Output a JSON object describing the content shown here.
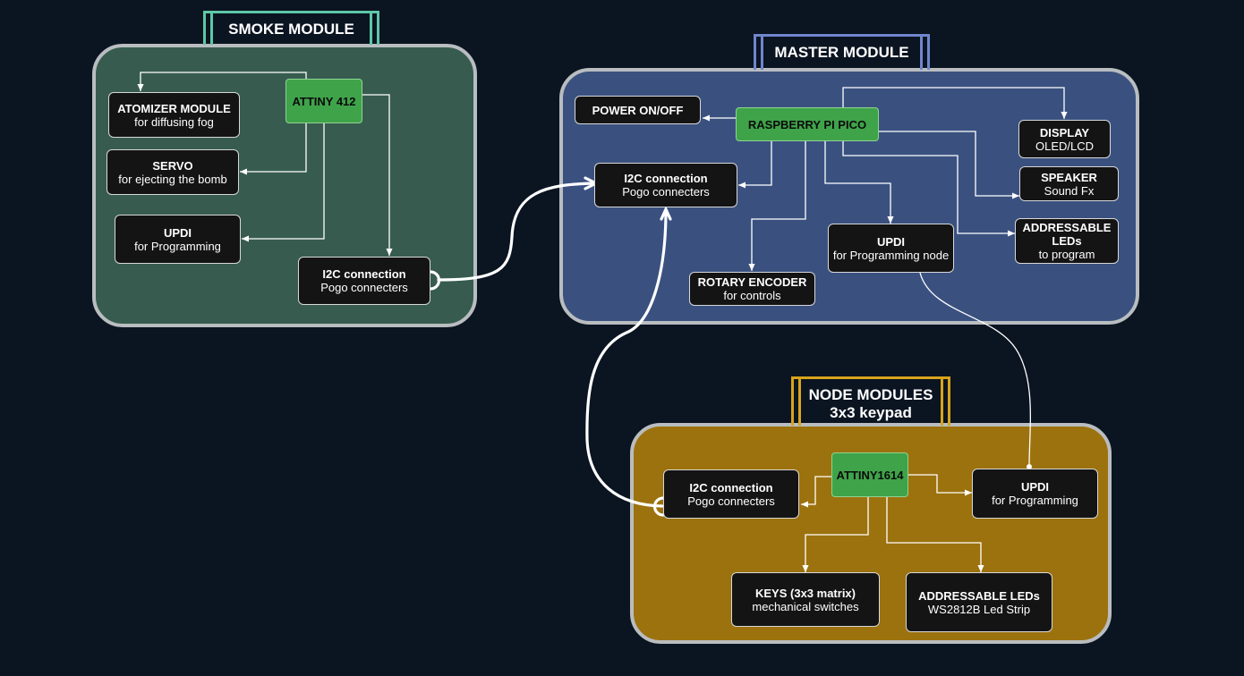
{
  "colors": {
    "background": "#0b1421",
    "smoke_panel": "#375c4f",
    "master_panel": "#3a5180",
    "node_panel": "#9c720e",
    "smoke_title_border": "#5dc8a6",
    "master_title_border": "#6f86cc",
    "node_title_border": "#d8a41a",
    "chip": "#3fa34a"
  },
  "smoke_module": {
    "title": "SMOKE MODULE",
    "chip": "ATTINY 412",
    "atomizer": {
      "title": "ATOMIZER MODULE",
      "subtitle": "for diffusing fog"
    },
    "servo": {
      "title": "SERVO",
      "subtitle": "for ejecting the bomb"
    },
    "updi": {
      "title": "UPDI",
      "subtitle": "for Programming"
    },
    "i2c": {
      "title": "I2C connection",
      "subtitle": "Pogo connecters"
    }
  },
  "master_module": {
    "title": "MASTER MODULE",
    "chip": "RASPBERRY PI PICO",
    "power": {
      "title": "POWER ON/OFF"
    },
    "i2c": {
      "title": "I2C connection",
      "subtitle": "Pogo connecters"
    },
    "display": {
      "title": "DISPLAY",
      "subtitle": "OLED/LCD"
    },
    "speaker": {
      "title": "SPEAKER",
      "subtitle": "Sound Fx"
    },
    "leds": {
      "title": "ADDRESSABLE LEDs",
      "subtitle": "to program"
    },
    "updi": {
      "title": "UPDI",
      "subtitle": "for Programming node"
    },
    "rotary": {
      "title": "ROTARY ENCODER",
      "subtitle": "for controls"
    }
  },
  "node_modules": {
    "title_line1": "NODE MODULES",
    "title_line2": "3x3 keypad",
    "chip": "ATTINY1614",
    "i2c": {
      "title": "I2C connection",
      "subtitle": "Pogo connecters"
    },
    "updi": {
      "title": "UPDI",
      "subtitle": "for Programming"
    },
    "keys": {
      "title": "KEYS (3x3 matrix)",
      "subtitle": "mechanical switches"
    },
    "leds": {
      "title": "ADDRESSABLE LEDs",
      "subtitle": "WS2812B Led Strip"
    }
  }
}
